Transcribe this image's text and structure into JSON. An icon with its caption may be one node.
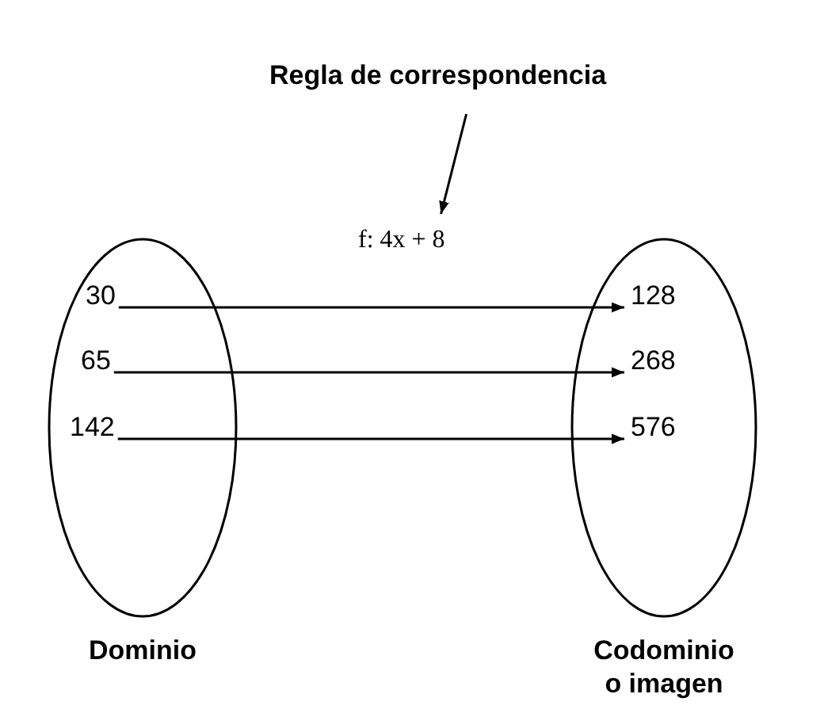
{
  "diagram": {
    "nodes": [
      {
        "text": [
          "Dominio"
        ]
      },
      {
        "text": [
          "Codominio o imagen"
        ]
      },
      {
        "text": [
          "30"
        ],
        "in": 0
      },
      {
        "text": [
          "65"
        ],
        "in": 0
      },
      {
        "text": [
          "142"
        ],
        "in": 0
      },
      {
        "text": [
          "128"
        ],
        "in": 1
      },
      {
        "text": [
          "268"
        ],
        "in": 1
      },
      {
        "text": [
          "576"
        ],
        "in": 1
      },
      {
        "text": [
          "Regla de correspondencia"
        ]
      },
      {
        "text": [
          "f: 4x + 8"
        ]
      }
    ],
    "edges": [
      {
        "from": 2,
        "to": 5,
        "arrow": "to"
      },
      {
        "from": 3,
        "to": 6,
        "arrow": "to"
      },
      {
        "from": 4,
        "to": 7,
        "arrow": "to"
      },
      {
        "from": 8,
        "to": 9,
        "arrow": "to"
      }
    ]
  }
}
